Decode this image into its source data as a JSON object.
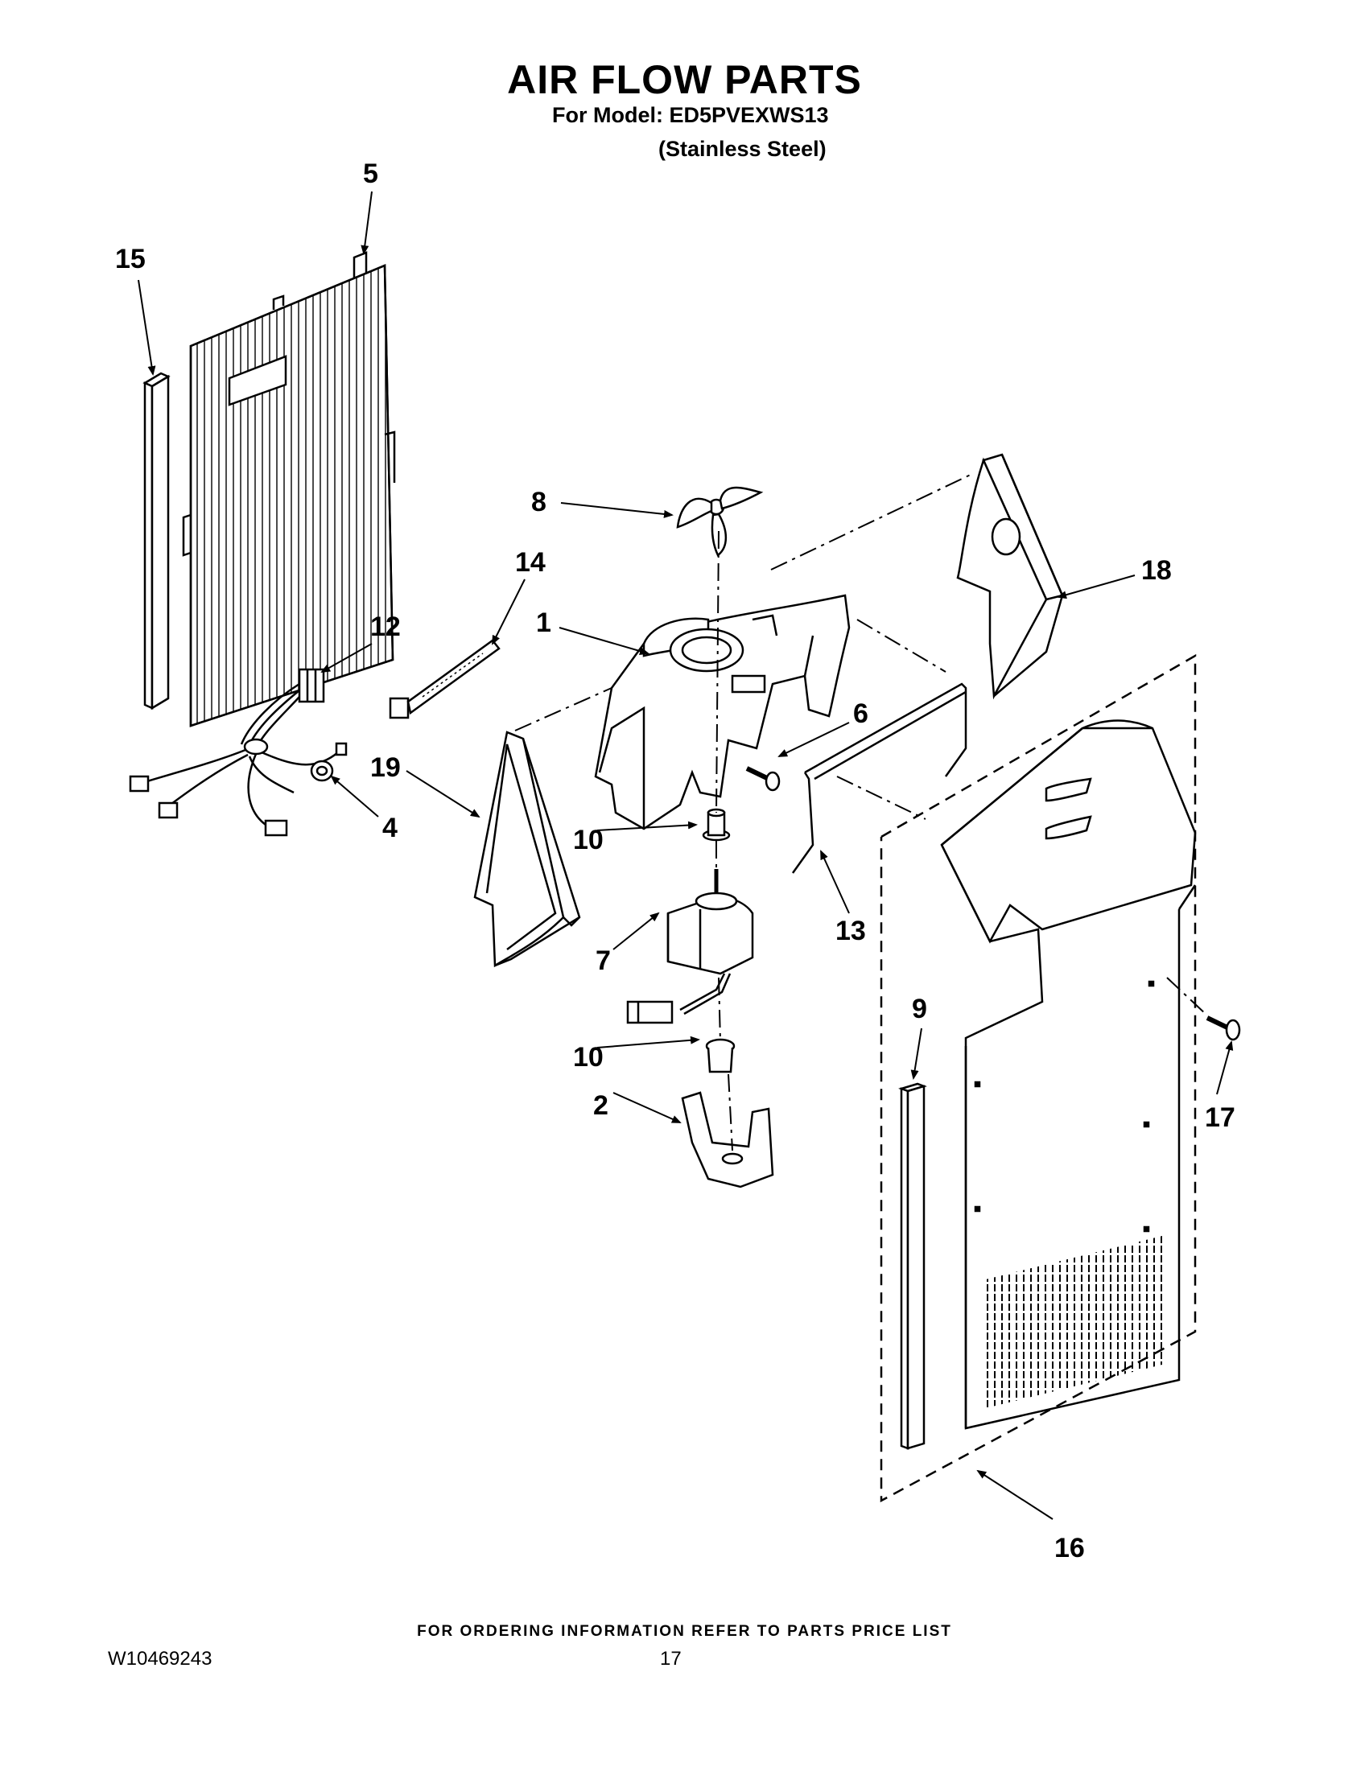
{
  "header": {
    "title": "AIR FLOW PARTS",
    "model": "For Model: ED5PVEXWS13",
    "variant": "(Stainless Steel)"
  },
  "callouts": [
    "15",
    "5",
    "8",
    "14",
    "18",
    "12",
    "1",
    "6",
    "19",
    "4",
    "10",
    "13",
    "7",
    "9",
    "10",
    "17",
    "2",
    "16"
  ],
  "footer": {
    "note": "FOR ORDERING INFORMATION REFER TO PARTS PRICE LIST",
    "doc_number": "W10469243",
    "page_number": "17"
  }
}
